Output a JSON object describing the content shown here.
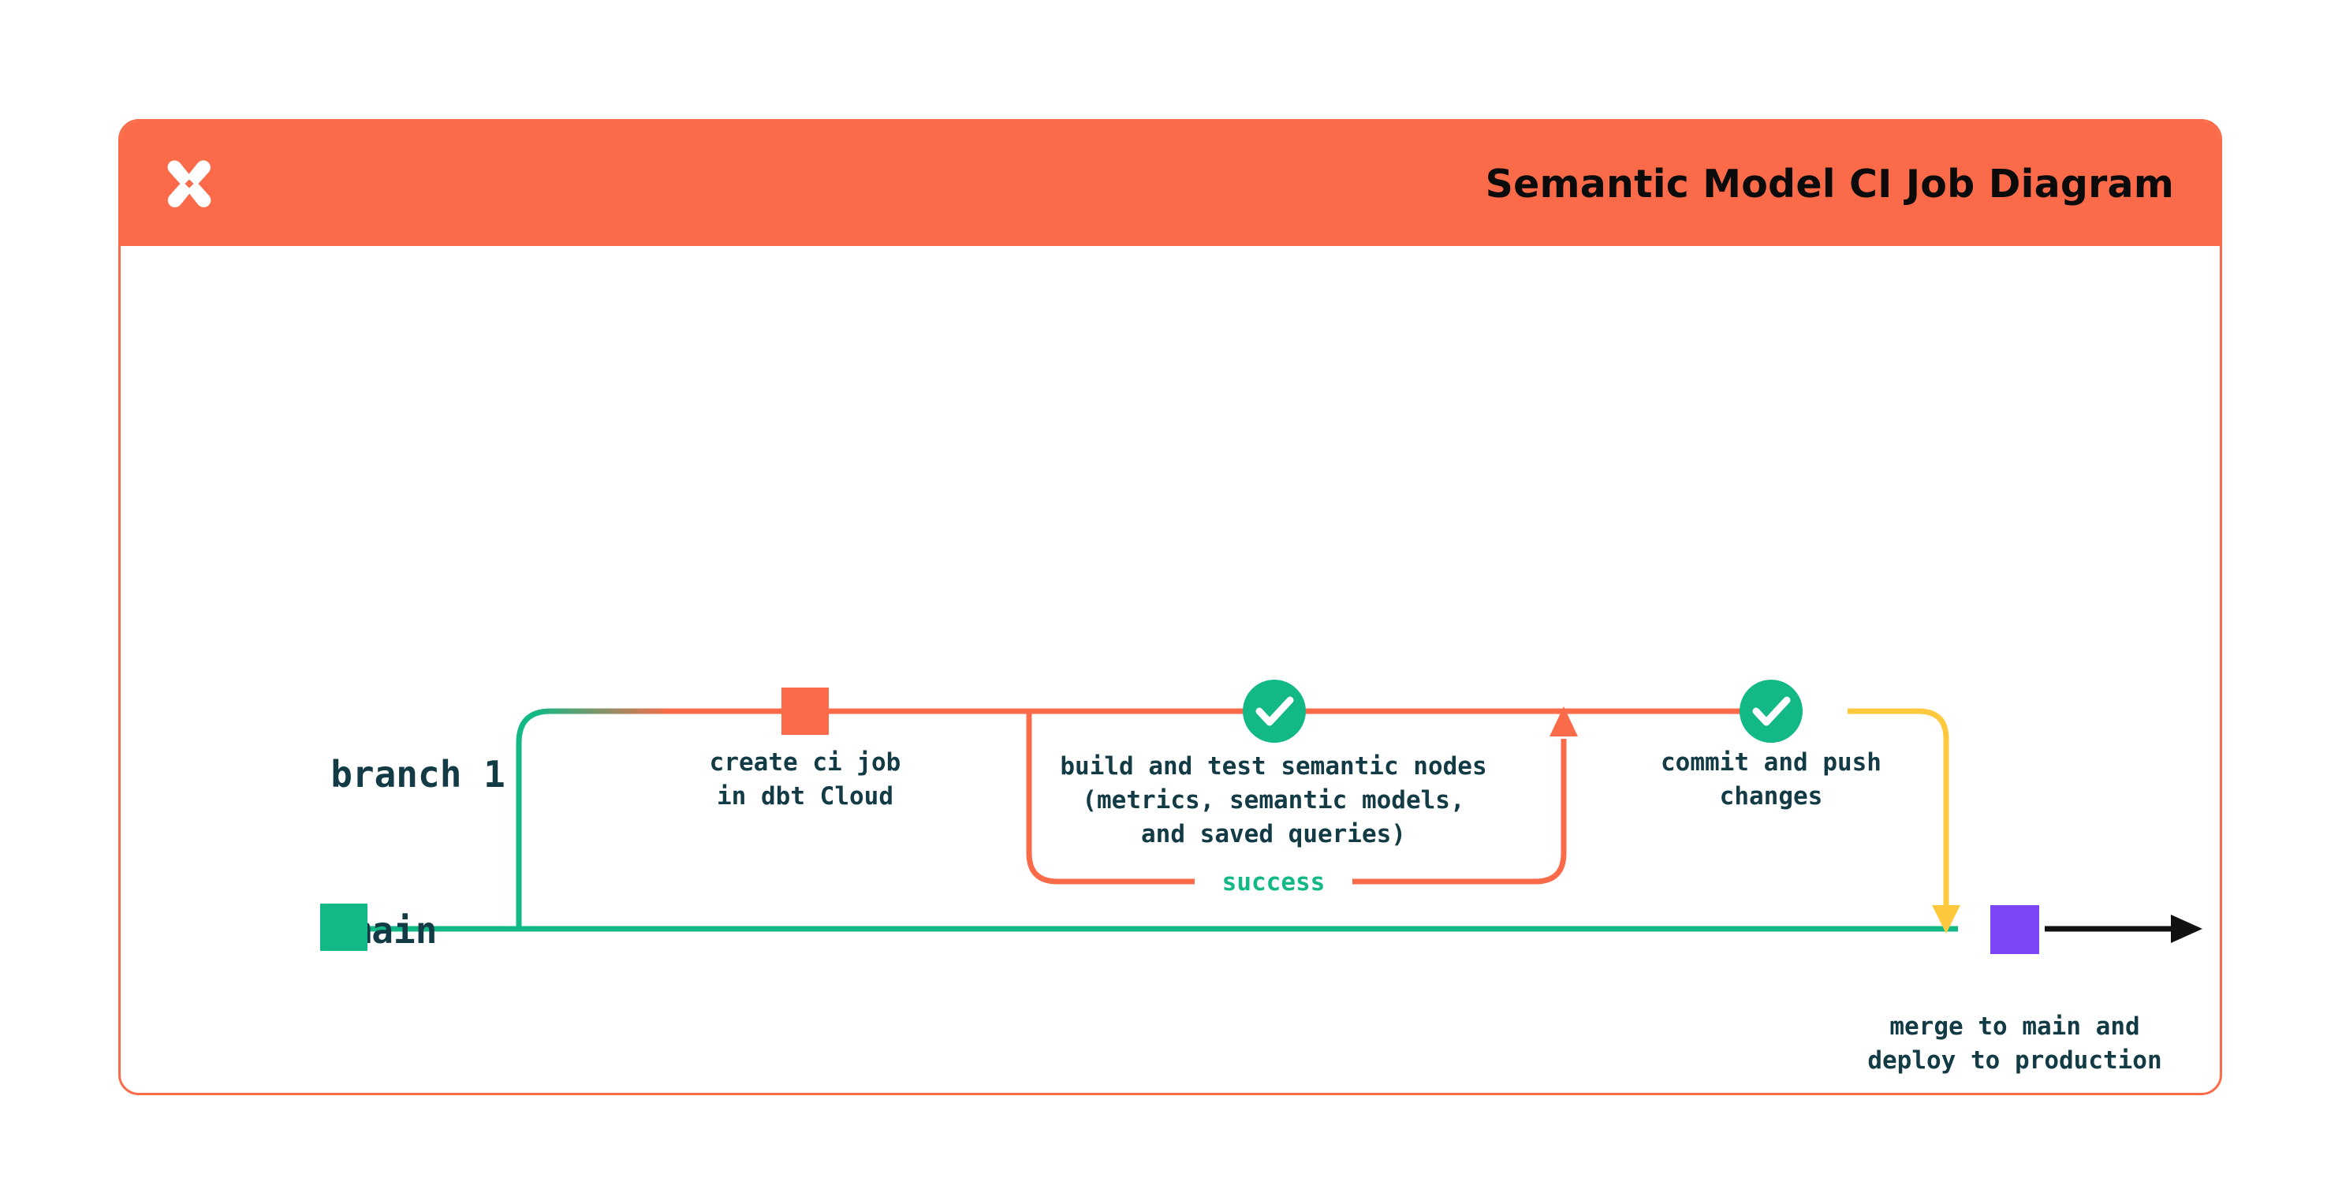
{
  "header": {
    "title": "Semantic Model CI Job Diagram",
    "logo_icon": "dbt-logo-icon",
    "background_color": "#FC6B49",
    "title_color": "#0B0B0B"
  },
  "card": {
    "border_color": "#FC6B49",
    "background_color": "#FFFFFF"
  },
  "colors": {
    "orange": "#FC6B49",
    "green": "#12B886",
    "yellow": "#FFC83D",
    "purple": "#7C45F5",
    "black": "#111111",
    "text_dark": "#123B45"
  },
  "diagram": {
    "type": "git-branch-flow",
    "branches": [
      {
        "id": "branch-1",
        "label": "branch 1",
        "label_color": "#123B45",
        "line_color": "#FC6B49"
      },
      {
        "id": "main",
        "label": "main",
        "label_color": "#123B45",
        "line_color": "#12B886",
        "marker": {
          "shape": "square",
          "color": "#12B886"
        }
      }
    ],
    "nodes": [
      {
        "id": "create-ci-job",
        "branch": "branch-1",
        "marker": {
          "shape": "square",
          "color": "#FC6B49"
        },
        "label_lines": [
          "create ci job",
          "in dbt Cloud"
        ]
      },
      {
        "id": "build-and-test",
        "branch": "branch-1",
        "marker": {
          "shape": "circle",
          "color": "#12B886",
          "icon": "check-icon"
        },
        "label_lines": [
          "build and test semantic nodes",
          "(metrics, semantic models,",
          "and saved queries)"
        ]
      },
      {
        "id": "commit-and-push",
        "branch": "branch-1",
        "marker": {
          "shape": "circle",
          "color": "#12B886",
          "icon": "check-icon"
        },
        "label_lines": [
          "commit and push",
          "changes"
        ]
      },
      {
        "id": "merge-to-main",
        "branch": "main",
        "marker": {
          "shape": "square",
          "color": "#7C45F5"
        },
        "label_lines": [
          "merge to main and",
          "deploy to production"
        ]
      }
    ],
    "edges": [
      {
        "id": "success-loop",
        "label": "success",
        "label_color": "#12B886",
        "line_color": "#FC6B49",
        "arrow": "up"
      },
      {
        "id": "merge-edge",
        "label": "",
        "line_color": "#FFC83D",
        "arrow": "down"
      },
      {
        "id": "main-continues",
        "label": "",
        "line_color": "#111111",
        "arrow": "right"
      }
    ]
  }
}
